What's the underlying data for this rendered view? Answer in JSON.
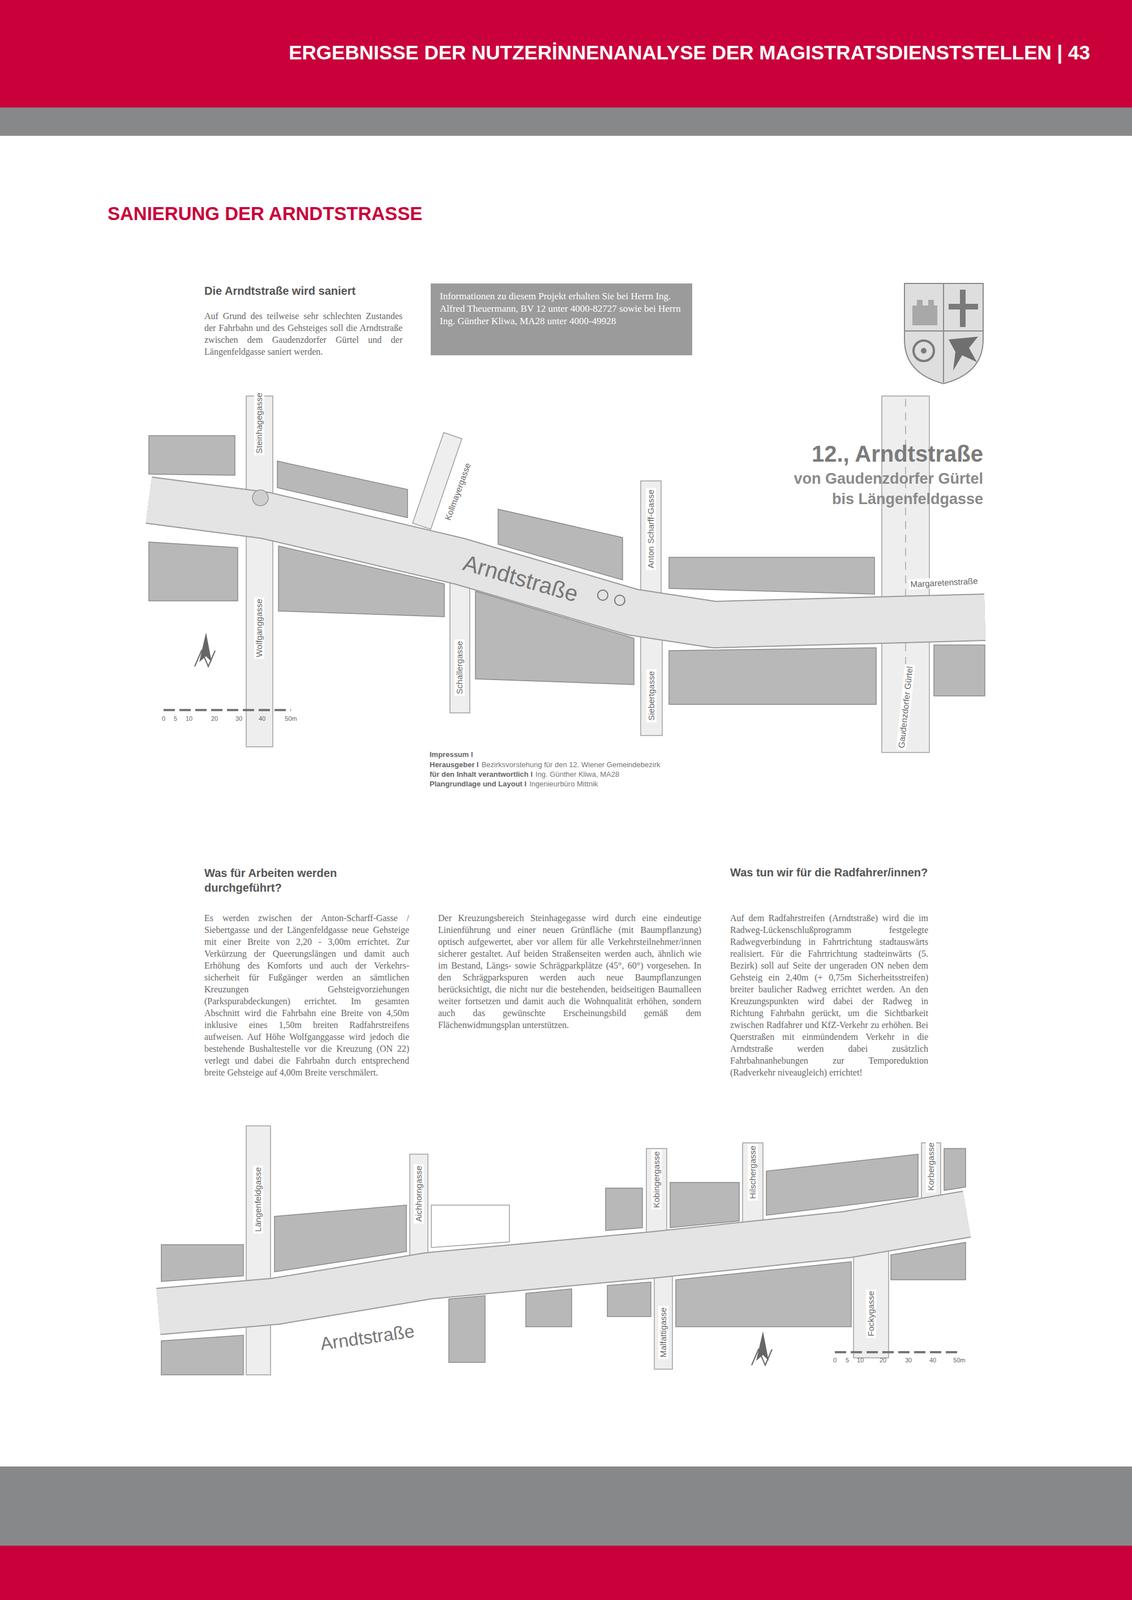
{
  "diagram": {
    "title": "SANIERUNG DER ARNDTSTRASSE",
    "nodes": [
      {
        "text": [
          "ERGEBNISSE DER NUTZERİNNENANALYSE DER MAGISTRATSDIENSTSTELLEN | 43"
        ]
      },
      {
        "text": [
          "Informationen zu diesem Projekt erhalten Sie bei Herrn Ing. Alfred Theuermann, BV 12 unter 4000-82727 sowie bei Herrn Ing. Günther Kliwa, MA28 unter 4000-49928"
        ]
      }
    ],
    "labels": [
      "Die Arndtstraße wird saniert",
      "Auf Grund des teilweise sehr schlechten Zustandes der Fahrbahn und des Gehsteiges soll die Arndtstraße zwischen dem Gaudenzdorfer Gürtel und der Längenfeldgasse saniert werden.",
      "12., Arndtstraße",
      "von Gaudenzdorfer Gürtel",
      "bis Längenfeldgasse",
      "Steinhagegasse",
      "Kollmayergasse",
      "Arndtstraße",
      "Anton Scharff-Gasse",
      "Wolfganggasse",
      "Schallergasse",
      "Siebertgasse",
      "Margaretenstraße",
      "Gaudenzdorfer Gürtel",
      "0",
      "5",
      "10",
      "20",
      "30",
      "40",
      "50m",
      "Impressum I",
      "Herausgeber I",
      "Bezirksvorstehung für den 12. Wiener Gemeindebezirk",
      "für den Inhalt verantwortlich I",
      "Ing. Günther Kliwa, MA28",
      "Plangrundlage und Layout I",
      "Ingenieurbüro Mittnik",
      "Was für Arbeiten werden durchgeführt?",
      "Es werden zwischen der Anton-Scharff-Gasse / Siebertgasse und der Längenfeldgasse neue Gehsteige mit einer Breite von 2,20 - 3,00m errichtet. Zur Verkürzung der Queerungslängen und damit auch Erhöhung des Komforts und auch der Verkehrs-sicherheit für Fußgänger werden an sämtlichen Kreuzungen Gehsteigvorziehungen (Parkspurabdeckungen) errichtet. Im gesamten Abschnitt wird die Fahrbahn eine Breite von 4,50m inklusive eines 1,50m breiten Radfahrstreifens aufweisen. Auf Höhe Wolfganggasse wird jedoch die bestehende Bushaltestelle vor die Kreuzung (ON 22) verlegt und dabei die Fahrbahn durch entsprechend breite Gehsteige auf 4,00m Breite verschmälert.",
      "Der Kreuzungsbereich Steinhagegasse wird durch eine eindeutige Linienführung und einer neuen Grünfläche (mit Baumpflanzung) optisch aufgewertet, aber vor allem für alle Verkehrsteilnehmer/innen sicherer gestaltet. Auf beiden Straßenseiten werden auch, ähnlich wie im Bestand, Längs- sowie Schrägparkplätze (45°, 60°) vorgesehen. In den Schrägparkspuren werden auch neue Baumpflanzungen berücksichtigt, die nicht nur die bestehenden, beidseitigen Baumalleen weiter fortsetzen und damit auch die Wohnqualität erhöhen, sondern auch das gewünschte Erscheinungsbild gemäß dem Flächenwidmungsplan unterstützen.",
      "Was tun wir für die Radfahrer/innen?",
      "Auf dem Radfahrstreifen (Arndtstraße) wird die im Radweg-Lückenschlußprogramm festgelegte Radwegverbindung in Fahrtrichtung stadtauswärts realisiert. Für die Fahrtrichtung stadteinwärts (5. Bezirk) soll auf Seite der ungeraden ON neben dem Gehsteig ein 2,40m (+ 0,75m Sicherheitsstreifen) breiter baulicher Radweg errichtet werden. An den Kreuzungspunkten wird dabei der Radweg in Richtung Fahrbahn gerückt, um die Sichtbarkeit zwischen Radfahrer und KfZ-Verkehr zu erhöhen. Bei Querstraßen mit einmündendem Verkehr in die Arndtstraße werden dabei zusätzlich Fahrbahnanhebungen zur Temporeduktion (Radverkehr niveaugleich) errichtet!",
      "Längenfeldgasse",
      "Aichhorngasse",
      "Kobingergasse",
      "Hilschergasse",
      "Korbergasse",
      "Arndtstraße",
      "Malfattigasse",
      "Fockygasse",
      "0",
      "5",
      "10",
      "20",
      "30",
      "40",
      "50m"
    ]
  }
}
